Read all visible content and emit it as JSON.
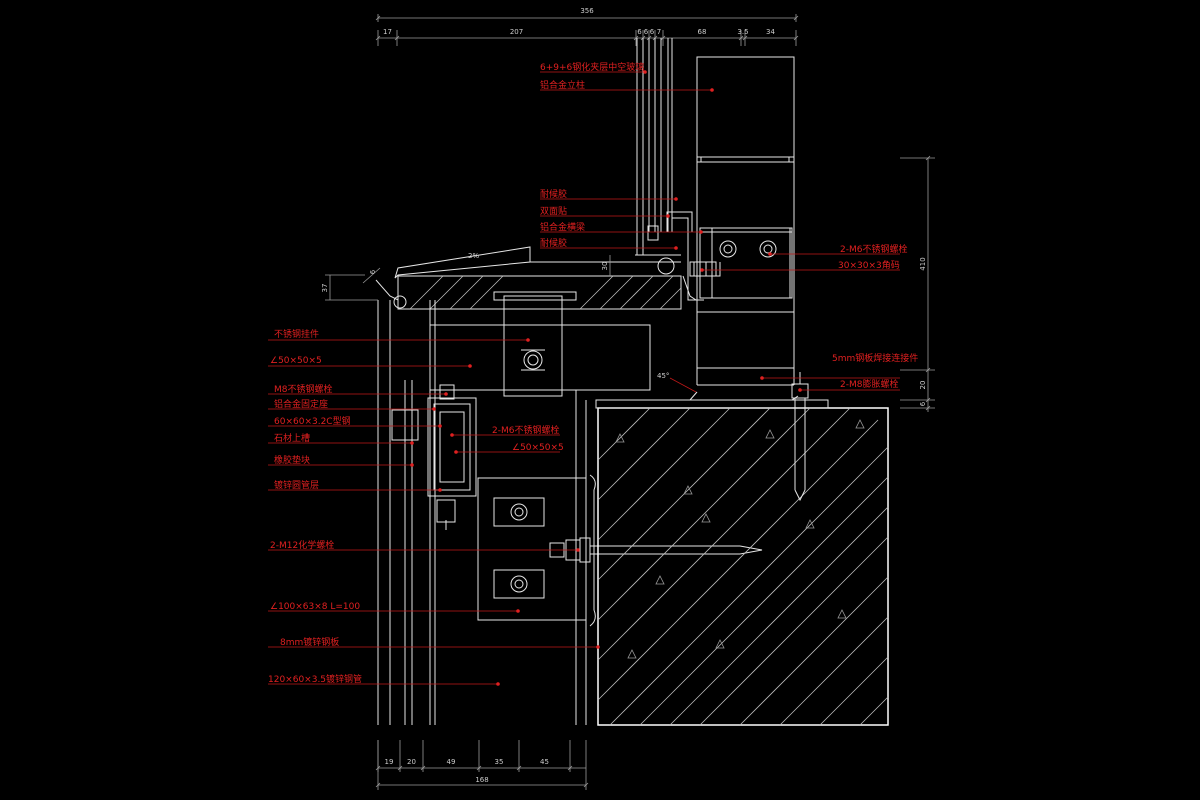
{
  "top_dimensions": {
    "overall": "356",
    "segments": [
      "17",
      "207",
      "6",
      "6",
      "6",
      "7",
      "68",
      "3.5",
      "34"
    ]
  },
  "bottom_dimensions": {
    "overall": "168",
    "segments": [
      "19",
      "20",
      "49",
      "35",
      "45"
    ]
  },
  "right_dimensions": {
    "main": "410",
    "small": [
      "20",
      "6"
    ]
  },
  "left_dimensions": [
    "37",
    "6",
    "30"
  ],
  "slope_label": "2%",
  "angle_label": "45°",
  "glass_area_dims": [
    "30"
  ],
  "callouts_top": [
    "6+9+6钢化夹层中空玻璃",
    "铝合金立柱",
    "耐候胶",
    "双面贴",
    "铝合金横梁",
    "耐候胶"
  ],
  "callouts_right": [
    "2-M6不锈钢螺栓",
    "30×30×3角码",
    "5mm钢板焊接连接件",
    "2-M8膨胀螺栓"
  ],
  "callouts_left": [
    "不锈钢挂件",
    "∠50×50×5",
    "M8不锈钢螺栓",
    "铝合金固定座",
    "60×60×3.2C型钢",
    "石材上槽",
    "橡胶垫块",
    "镀锌圆管层",
    "2-M12化学螺栓",
    "∠100×63×8 L=100",
    "8mm镀锌钢板",
    "120×60×3.5镀锌钢管"
  ],
  "callouts_mid": [
    "2-M6不锈钢螺栓",
    "∠50×50×5"
  ]
}
